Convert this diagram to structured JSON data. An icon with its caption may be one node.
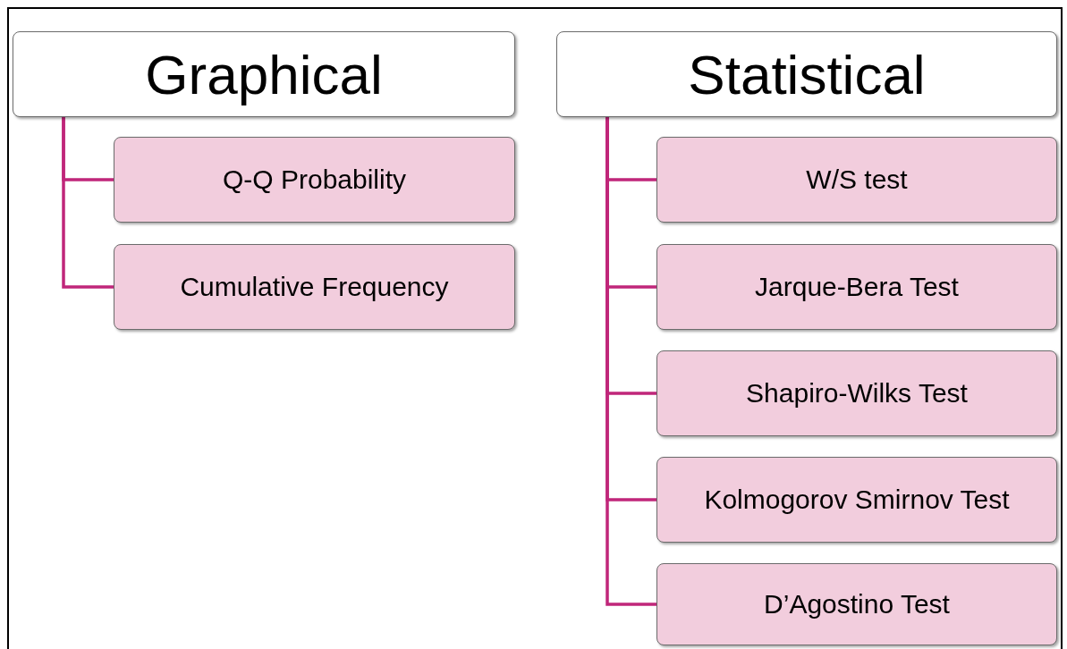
{
  "diagram": {
    "nodes": [
      {
        "text": [
          "Graphical"
        ]
      },
      {
        "text": [
          "Q-Q Probability"
        ]
      },
      {
        "text": [
          "Cumulative Frequency"
        ]
      },
      {
        "text": [
          "Statistical"
        ]
      },
      {
        "text": [
          "W/S test"
        ]
      },
      {
        "text": [
          "Jarque-Bera Test"
        ]
      },
      {
        "text": [
          "Shapiro-Wilks Test"
        ]
      },
      {
        "text": [
          "Kolmogorov Smirnov Test"
        ]
      },
      {
        "text": [
          "D’Agostino Test"
        ]
      }
    ],
    "edges": [
      {
        "from": 0,
        "to": 1,
        "arrow": "none"
      },
      {
        "from": 0,
        "to": 2,
        "arrow": "none"
      },
      {
        "from": 3,
        "to": 4,
        "arrow": "none"
      },
      {
        "from": 3,
        "to": 5,
        "arrow": "none"
      },
      {
        "from": 3,
        "to": 6,
        "arrow": "none"
      },
      {
        "from": 3,
        "to": 7,
        "arrow": "none"
      },
      {
        "from": 3,
        "to": 8,
        "arrow": "none"
      }
    ]
  }
}
